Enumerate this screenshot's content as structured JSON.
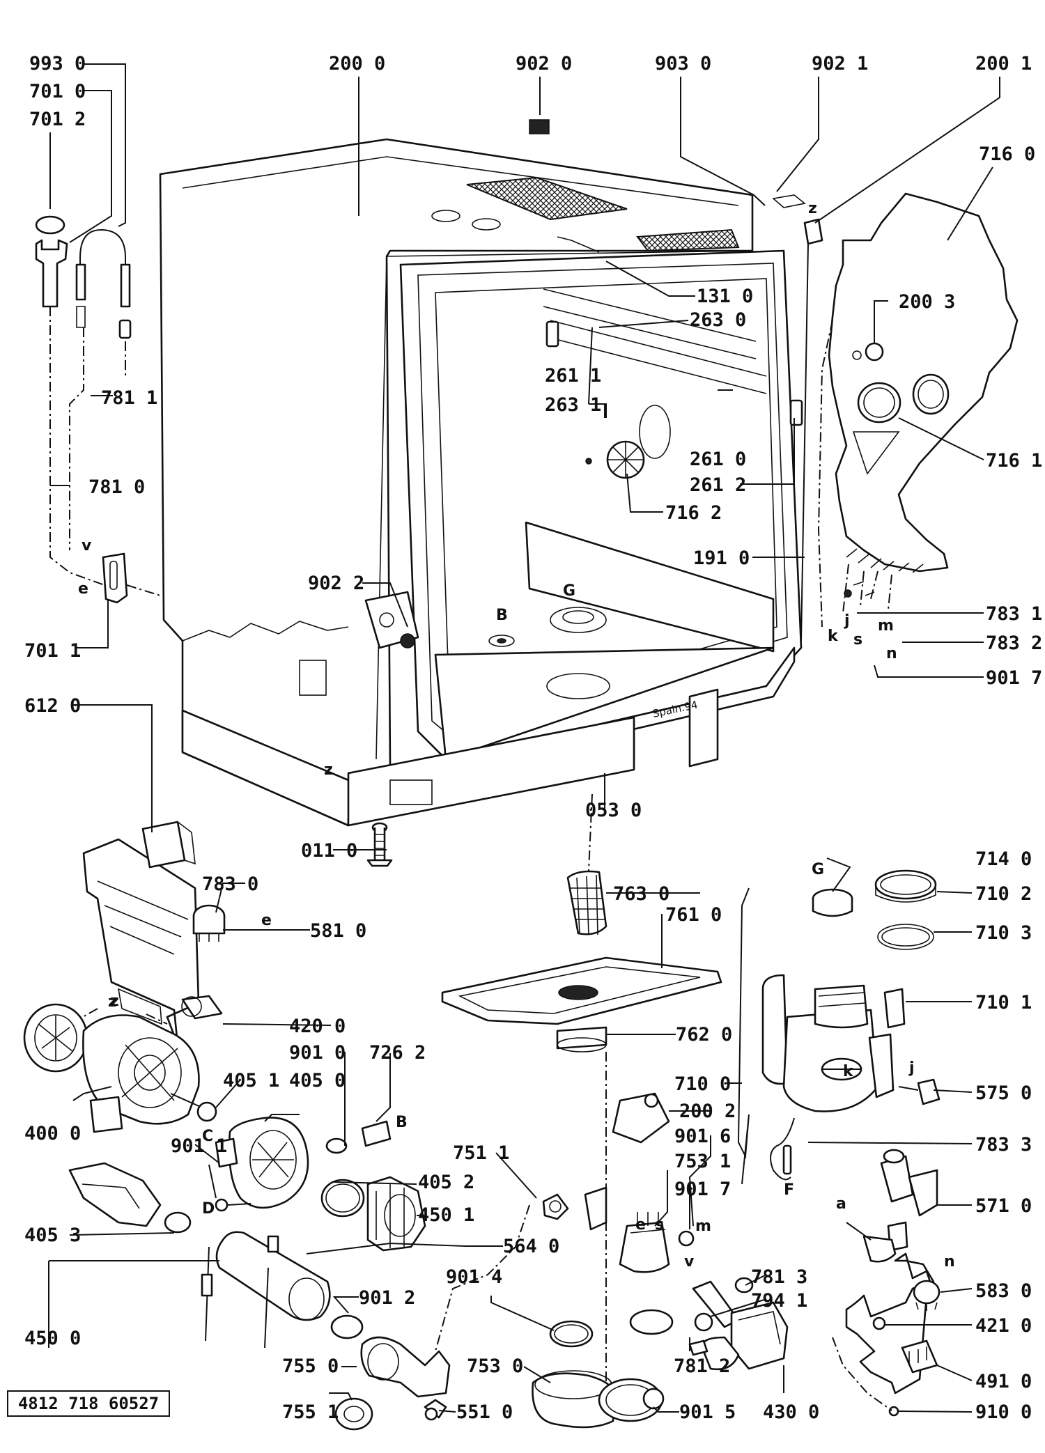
{
  "document_number": "4812 718 60527",
  "part_numbers": {
    "p9930": "993 0",
    "p7010": "701 0",
    "p7012": "701 2",
    "p7811": "781 1",
    "p7810": "781 0",
    "p7011": "701 1",
    "p2000": "200 0",
    "p9020": "902 0",
    "p9030": "903 0",
    "p9021": "902 1",
    "p2001": "200 1",
    "p7160": "716 0",
    "p1310": "131 0",
    "p2630": "263 0",
    "p2003": "200 3",
    "p2611": "261 1",
    "p2631": "263 1",
    "p7161": "716 1",
    "p2610": "261 0",
    "p2612": "261 2",
    "p7162": "716 2",
    "p1910": "191 0",
    "p9022": "902 2",
    "p7831": "783 1",
    "p7832": "783 2",
    "p9017": "901 7",
    "p6120": "612 0",
    "p0530": "053 0",
    "p0110": "011 0",
    "p7830": "783 0",
    "p5810": "581 0",
    "p7630": "763 0",
    "p7610": "761 0",
    "p7140": "714 0",
    "p7102": "710 2",
    "p7103": "710 3",
    "p7101": "710 1",
    "p4200": "420 0",
    "p7620": "762 0",
    "p9010": "901 0",
    "p7262": "726 2",
    "p4051": "405 1",
    "p4050": "405 0",
    "p4000": "400 0",
    "p7100": "710 0",
    "p5750": "575 0",
    "p2002": "200 2",
    "p9016": "901 6",
    "p7833": "783 3",
    "p9011": "901 1",
    "p4052": "405 2",
    "p7511": "751 1",
    "p7531": "753 1",
    "p9017b": "901 7",
    "p5710": "571 0",
    "p4053": "405 3",
    "p4501": "450 1",
    "p5640": "564 0",
    "p4500": "450 0",
    "p9012": "901 2",
    "p9014": "901 4",
    "p7813": "781 3",
    "p7941": "794 1",
    "p5830": "583 0",
    "p4210": "421 0",
    "p7550": "755 0",
    "p7530": "753 0",
    "p7812": "781 2",
    "p4910": "491 0",
    "p7551": "755 1",
    "p5510": "551 0",
    "p9015": "901 5",
    "p4300": "430 0",
    "p9100": "910 0"
  },
  "letters": {
    "v1": "v",
    "e1": "e",
    "B1": "B",
    "G1": "G",
    "z1": "z",
    "e2": "e",
    "z2": "z",
    "G2": "G",
    "C1": "C",
    "B2": "B",
    "D1": "D",
    "k1": "k",
    "j1": "j",
    "F1": "F",
    "a1": "a",
    "e3": "e",
    "s1": "s",
    "m1": "m",
    "v2": "v",
    "n1": "n",
    "j2": "j",
    "k2": "k",
    "s2": "s",
    "m2": "m",
    "n2": "n"
  },
  "stamp": "Spain.94"
}
